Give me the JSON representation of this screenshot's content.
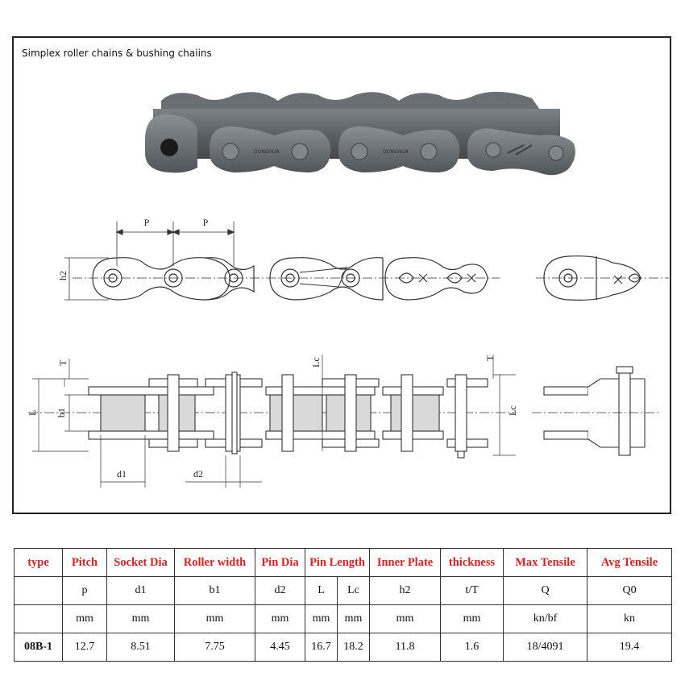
{
  "figure": {
    "title": "Simplex roller chains & bushing chaiins",
    "labels": {
      "p_left": "P",
      "p_right": "P",
      "h2": "h2",
      "t_left": "T",
      "t_right": "T",
      "l": "L",
      "b1": "b1",
      "lc_top": "Lc",
      "lc_right": "Lc",
      "d1": "d1",
      "d2": "d2"
    },
    "colors": {
      "chain_metal": "#5f6468",
      "line": "#333333",
      "fill_grey": "#d9d9d9",
      "header_red": "#e02020"
    }
  },
  "table": {
    "headers": [
      "type",
      "Pitch",
      "Socket Dia",
      "Roller width",
      "Pin Dia",
      "Pin Length",
      "Inner Plate",
      "thickness",
      "Max Tensile",
      "Avg Tensile"
    ],
    "symbols": [
      "",
      "p",
      "d1",
      "b1",
      "d2",
      "L",
      "Lc",
      "h2",
      "t/T",
      "Q",
      "Q0"
    ],
    "units": [
      "",
      "mm",
      "mm",
      "mm",
      "mm",
      "mm",
      "mm",
      "mm",
      "mm",
      "kn/bf",
      "kn"
    ],
    "values": [
      "08B-1",
      "12.7",
      "8.51",
      "7.75",
      "4.45",
      "16.7",
      "18.2",
      "11.8",
      "1.6",
      "18/4091",
      "19.4"
    ]
  }
}
